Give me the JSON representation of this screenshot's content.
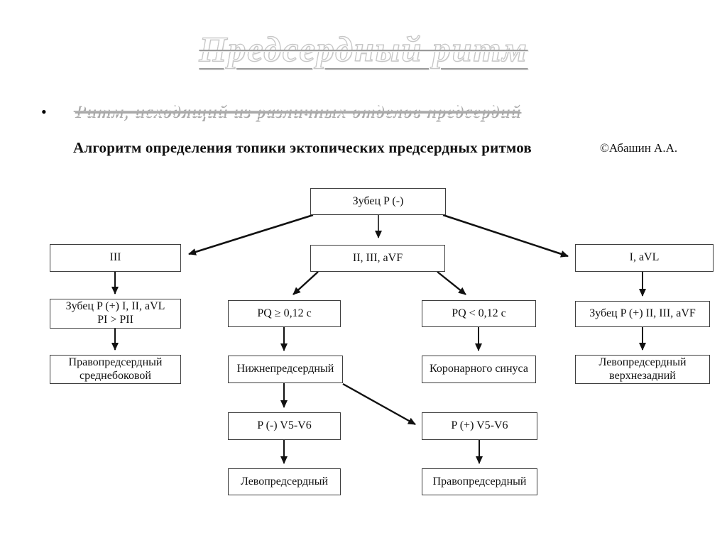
{
  "slide": {
    "title": "Предсердный ритм",
    "bullet_glyph": "•",
    "bullet_text": "Ритм, исходящий из различных отделов предсердий",
    "diagram_title": "Алгоритм определения топики эктопических предсердных ритмов",
    "credit": "©Абашин А.А."
  },
  "colors": {
    "background": "#ffffff",
    "box_border": "#3e3e3e",
    "arrow": "#111111",
    "title_fill": "#ffffff",
    "title_outline": "#c6c6c6",
    "strike_line": "#9a9a9a",
    "heading_text": "#121212"
  },
  "flowchart": {
    "nodes": {
      "p_negative": {
        "label": "Зубец P (-)"
      },
      "lead_iii": {
        "label": "III"
      },
      "leads_ii_iii_avf": {
        "label": "II, III, aVF"
      },
      "leads_i_avl": {
        "label": "I, aVL"
      },
      "p_positive_i_ii_avl": {
        "line1": "Зубец P (+) I, II, aVL",
        "line2": "PI > PII"
      },
      "pq_ge_012": {
        "label": "PQ ≥ 0,12 с"
      },
      "pq_lt_012": {
        "label": "PQ < 0,12 с"
      },
      "p_positive_ii_iii_avf": {
        "label": "Зубец P (+) II, III, aVF"
      },
      "right_atrial_midlateral": {
        "line1": "Правопредсердный",
        "line2": "среднебоковой"
      },
      "lower_atrial": {
        "label": "Нижнепредсердный"
      },
      "coronary_sinus": {
        "label": "Коронарного синуса"
      },
      "left_atrial_upper_posterior": {
        "line1": "Левопредсердный",
        "line2": "верхнезадний"
      },
      "p_neg_v5_v6": {
        "label": "P (-) V5-V6"
      },
      "p_pos_v5_v6": {
        "label": "P (+) V5-V6"
      },
      "left_atrial": {
        "label": "Левопредсердный"
      },
      "right_atrial": {
        "label": "Правопредсердный"
      }
    },
    "edges": [
      {
        "from": "p_negative",
        "to": "lead_iii"
      },
      {
        "from": "p_negative",
        "to": "leads_ii_iii_avf"
      },
      {
        "from": "p_negative",
        "to": "leads_i_avl"
      },
      {
        "from": "lead_iii",
        "to": "p_positive_i_ii_avl"
      },
      {
        "from": "p_positive_i_ii_avl",
        "to": "right_atrial_midlateral"
      },
      {
        "from": "leads_ii_iii_avf",
        "to": "pq_ge_012"
      },
      {
        "from": "leads_ii_iii_avf",
        "to": "pq_lt_012"
      },
      {
        "from": "pq_ge_012",
        "to": "lower_atrial"
      },
      {
        "from": "pq_lt_012",
        "to": "coronary_sinus"
      },
      {
        "from": "lower_atrial",
        "to": "p_neg_v5_v6"
      },
      {
        "from": "lower_atrial",
        "to": "p_pos_v5_v6"
      },
      {
        "from": "p_neg_v5_v6",
        "to": "left_atrial"
      },
      {
        "from": "p_pos_v5_v6",
        "to": "right_atrial"
      },
      {
        "from": "leads_i_avl",
        "to": "p_positive_ii_iii_avf"
      },
      {
        "from": "p_positive_ii_iii_avf",
        "to": "left_atrial_upper_posterior"
      }
    ]
  }
}
